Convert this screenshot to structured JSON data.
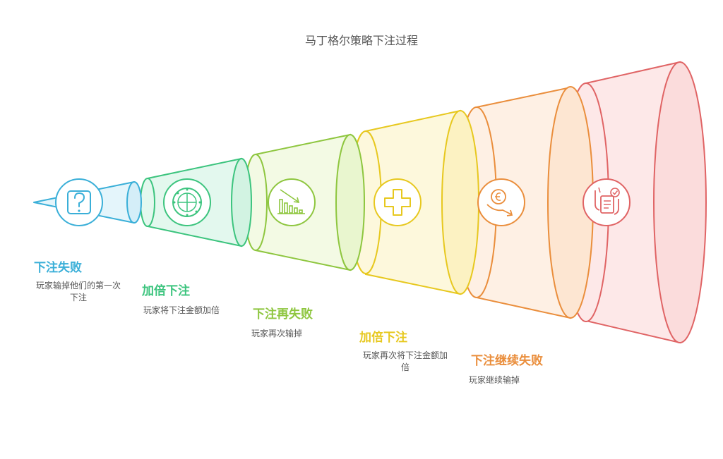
{
  "title": "马丁格尔策略下注过程",
  "colors": {
    "blue": "#3aafd8",
    "green": "#3cc47e",
    "lime": "#8ec63f",
    "yellow": "#e7c81f",
    "orange": "#ea8e3c",
    "red": "#e06465"
  },
  "steps": [
    {
      "title": "下注失败",
      "description": "玩家输掉他们的第一次下注",
      "icon": "question-icon"
    },
    {
      "title": "加倍下注",
      "description": "玩家将下注金额加倍",
      "icon": "roulette-icon"
    },
    {
      "title": "下注再失败",
      "description": "玩家再次输掉",
      "icon": "declining-chart-icon"
    },
    {
      "title": "加倍下注",
      "description": "玩家再次将下注金额加倍",
      "icon": "plus-icon"
    },
    {
      "title": "下注继续失败",
      "description": "玩家继续输掉",
      "icon": "losing-money-icon"
    },
    {
      "title": "",
      "description": "",
      "icon": "checklist-hand-icon"
    }
  ]
}
